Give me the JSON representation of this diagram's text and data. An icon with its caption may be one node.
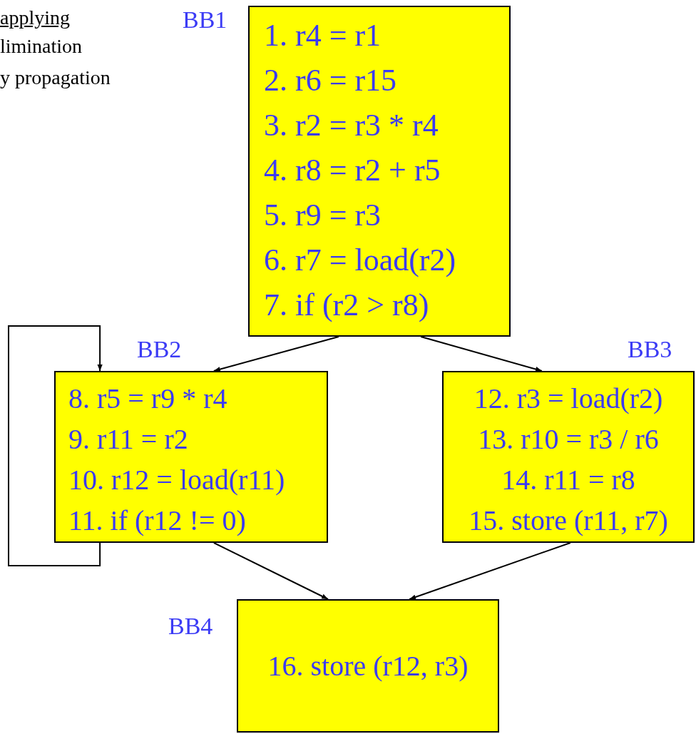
{
  "diagram": {
    "nodes": [
      {
        "text": [
          "1. r4 = r1",
          "2. r6 = r15",
          "3. r2 = r3 * r4",
          "4. r8 = r2 + r5",
          "5. r9 = r3",
          "6. r7 = load(r2)",
          "7. if (r2 > r8)"
        ],
        "beside": [
          "BB1"
        ]
      },
      {
        "text": [
          "8. r5 = r9 * r4",
          "9. r11 = r2",
          "10. r12 = load(r11)",
          "11. if (r12 != 0)"
        ],
        "beside": [
          "BB2"
        ]
      },
      {
        "text": [
          "12. r3 = load(r2)",
          "13. r10 = r3 / r6",
          "14. r11 = r8",
          "15. store (r11, r7)"
        ],
        "beside": [
          "BB3"
        ]
      },
      {
        "text": [
          "16. store (r12, r3)"
        ],
        "beside": [
          "BB4"
        ]
      }
    ],
    "edges": [
      {
        "from": 0,
        "to": 1,
        "arrow": "to"
      },
      {
        "from": 0,
        "to": 2,
        "arrow": "to"
      },
      {
        "from": 1,
        "to": 1,
        "arrow": "to"
      },
      {
        "from": 1,
        "to": 3,
        "arrow": "to"
      },
      {
        "from": 2,
        "to": 3,
        "arrow": "to"
      }
    ],
    "labels": [
      "applying",
      "limination",
      "y propagation"
    ]
  }
}
